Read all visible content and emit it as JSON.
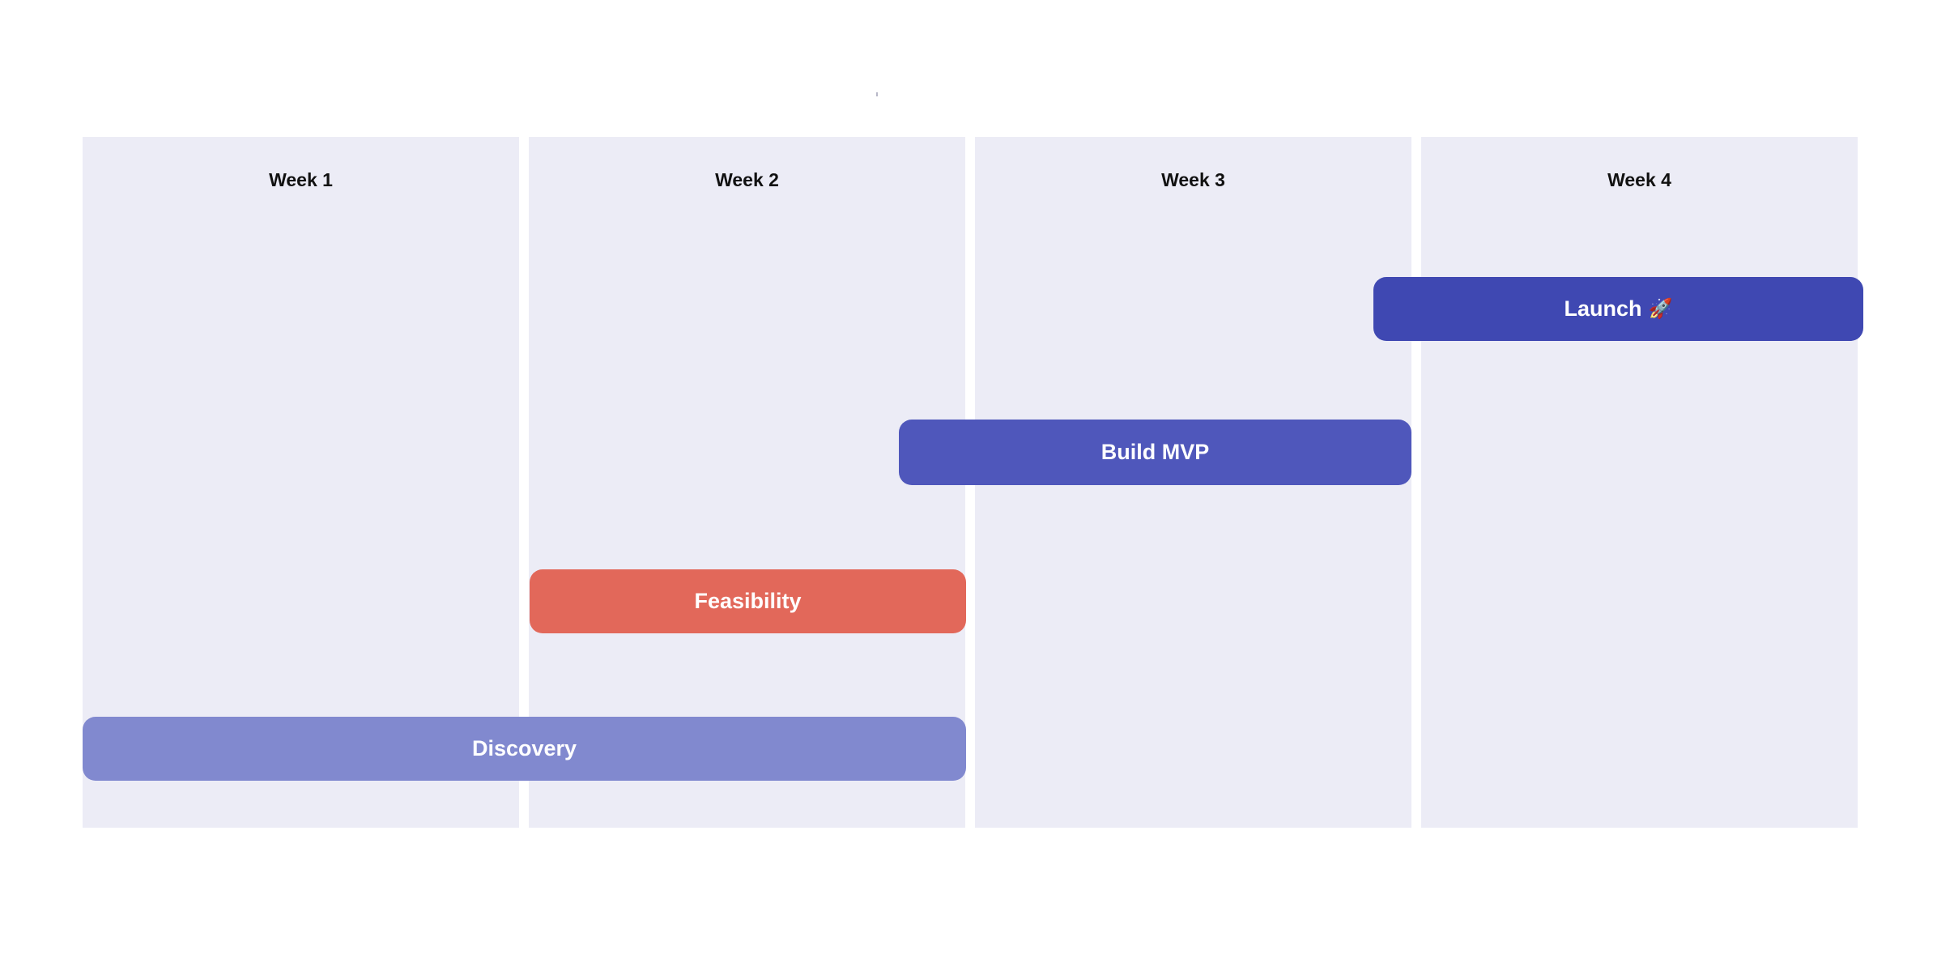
{
  "weeks": [
    {
      "label": "Week 1"
    },
    {
      "label": "Week 2"
    },
    {
      "label": "Week 3"
    },
    {
      "label": "Week 4"
    }
  ],
  "tasks": [
    {
      "id": "launch",
      "label": "Launch",
      "icon": "rocket-icon",
      "icon_glyph": "🚀",
      "start_week": 3.9,
      "end_week": 5.0,
      "color": "#3f48b2"
    },
    {
      "id": "build-mvp",
      "label": "Build MVP",
      "start_week": 2.85,
      "end_week": 4.0,
      "color": "#4f57bb"
    },
    {
      "id": "feasibility",
      "label": "Feasibility",
      "start_week": 2.0,
      "end_week": 3.0,
      "color": "#e2685a"
    },
    {
      "id": "discovery",
      "label": "Discovery",
      "start_week": 1.0,
      "end_week": 3.0,
      "color": "#8189cf"
    }
  ]
}
